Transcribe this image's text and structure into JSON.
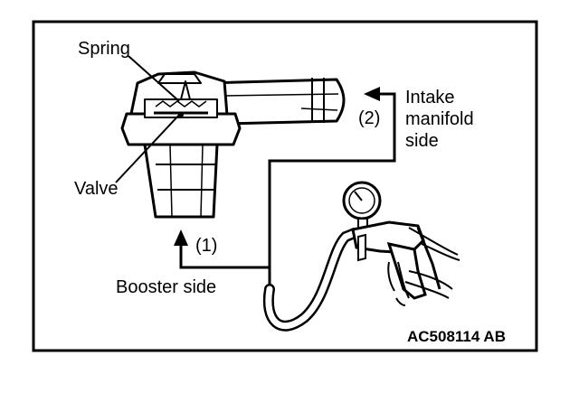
{
  "labels": {
    "spring": "Spring",
    "valve": "Valve",
    "intake_line1": "Intake",
    "intake_line2": "manifold",
    "intake_line3": "side",
    "step_2": "(2)",
    "step_1": "(1)",
    "booster": "Booster side"
  },
  "figure_code": "AC508114 AB",
  "icons": {
    "check_valve": "check-valve-icon",
    "vacuum_pump": "hand-vacuum-pump-icon",
    "gauge": "vacuum-gauge-icon",
    "hand": "hand-icon"
  },
  "colors": {
    "ink": "#000000",
    "background": "#ffffff"
  }
}
